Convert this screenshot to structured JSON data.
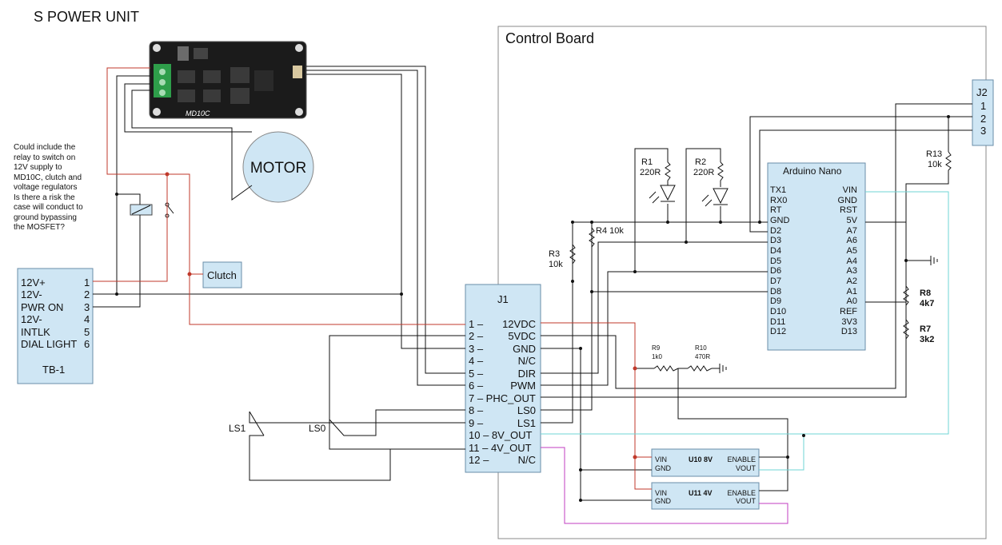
{
  "title": "S POWER UNIT",
  "control_board": {
    "title": "Control Board"
  },
  "note": [
    "Could include the",
    "relay to switch on",
    "12V supply to",
    "MD10C, clutch and",
    "voltage regulators",
    "Is there a risk the",
    "case will conduct to",
    "ground bypassing",
    "the MOSFET?"
  ],
  "motor_label": "MOTOR",
  "driver_label": "MD10C",
  "clutch_label": "Clutch",
  "tb1": {
    "name": "TB-1",
    "rows": [
      {
        "label": "12V+",
        "num": "1"
      },
      {
        "label": "12V-",
        "num": "2"
      },
      {
        "label": "PWR ON",
        "num": "3"
      },
      {
        "label": "12V-",
        "num": "4"
      },
      {
        "label": "INTLK",
        "num": "5"
      },
      {
        "label": "DIAL LIGHT",
        "num": "6"
      }
    ]
  },
  "j1": {
    "name": "J1",
    "pins": [
      {
        "num": "1 –",
        "label": "12VDC"
      },
      {
        "num": "2 –",
        "label": "5VDC"
      },
      {
        "num": "3 –",
        "label": "GND"
      },
      {
        "num": "4 –",
        "label": "N/C"
      },
      {
        "num": "5 –",
        "label": "DIR"
      },
      {
        "num": "6 –",
        "label": "PWM"
      },
      {
        "num": "7 – PHC_OUT",
        "label": ""
      },
      {
        "num": "8 –",
        "label": "LS0"
      },
      {
        "num": "9 –",
        "label": "LS1"
      },
      {
        "num": "10 –  8V_OUT",
        "label": ""
      },
      {
        "num": "11 –  4V_OUT",
        "label": ""
      },
      {
        "num": "12 –",
        "label": "N/C"
      }
    ]
  },
  "j2": {
    "name": "J2",
    "pins": [
      "1",
      "2",
      "3"
    ]
  },
  "arduino": {
    "name": "Arduino Nano",
    "left": [
      "TX1",
      "RX0",
      "RT",
      "GND",
      "D2",
      "D3",
      "D4",
      "D5",
      "D6",
      "D7",
      "D8",
      "D9",
      "D10",
      "D11",
      "D12"
    ],
    "right": [
      "VIN",
      "GND",
      "RST",
      "5V",
      "A7",
      "A6",
      "A5",
      "A4",
      "A3",
      "A2",
      "A1",
      "A0",
      "REF",
      "3V3",
      "D13"
    ]
  },
  "resistors": {
    "r1": [
      "R1",
      "220R"
    ],
    "r2": [
      "R2",
      "220R"
    ],
    "r3": [
      "R3",
      "10k"
    ],
    "r4": "R4 10k",
    "r13": [
      "R13",
      "10k"
    ],
    "r8": [
      "R8",
      "4k7"
    ],
    "r7": [
      "R7",
      "3k2"
    ],
    "r9": [
      "R9",
      "1k0"
    ],
    "r10": [
      "R10",
      "470R"
    ]
  },
  "switches": {
    "ls1": "LS1",
    "ls0": "LS0"
  },
  "u10": {
    "vin": "VIN",
    "gnd": "GND",
    "name": "U10 8V",
    "enable": "ENABLE",
    "vout": "VOUT"
  },
  "u11": {
    "vin": "VIN",
    "gnd": "GND",
    "name": "U11 4V",
    "enable": "ENABLE",
    "vout": "VOUT"
  },
  "colors": {
    "box_fill": "#cfe6f4",
    "power_wire": "#c0392b",
    "vin_wire": "#6fd6d6",
    "out4v_wire": "#c23cc2"
  }
}
